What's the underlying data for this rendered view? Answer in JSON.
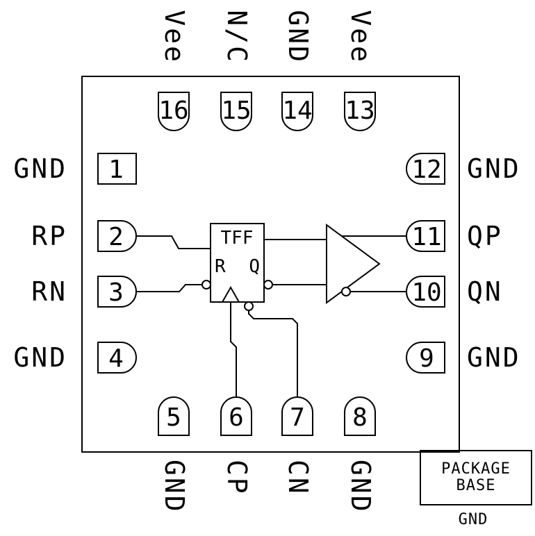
{
  "diagram": {
    "type": "ic-pinout-functional-diagram",
    "colors": {
      "line": "#000000",
      "background": "#ffffff"
    },
    "pins": {
      "top": [
        {
          "num": "16",
          "label": "Vee"
        },
        {
          "num": "15",
          "label": "N/C"
        },
        {
          "num": "14",
          "label": "GND"
        },
        {
          "num": "13",
          "label": "Vee"
        }
      ],
      "left": [
        {
          "num": "1",
          "label": "GND"
        },
        {
          "num": "2",
          "label": "RP"
        },
        {
          "num": "3",
          "label": "RN"
        },
        {
          "num": "4",
          "label": "GND"
        }
      ],
      "right": [
        {
          "num": "12",
          "label": "GND"
        },
        {
          "num": "11",
          "label": "QP"
        },
        {
          "num": "10",
          "label": "QN"
        },
        {
          "num": "9",
          "label": "GND"
        }
      ],
      "bottom": [
        {
          "num": "5",
          "label": "GND"
        },
        {
          "num": "6",
          "label": "CP"
        },
        {
          "num": "7",
          "label": "CN"
        },
        {
          "num": "8",
          "label": "GND"
        }
      ]
    },
    "tff": {
      "title": "TFF",
      "reset_pin": "R",
      "output_pin": "Q"
    },
    "package_base": {
      "line1": "PACKAGE",
      "line2": "BASE",
      "ground": "GND"
    }
  }
}
